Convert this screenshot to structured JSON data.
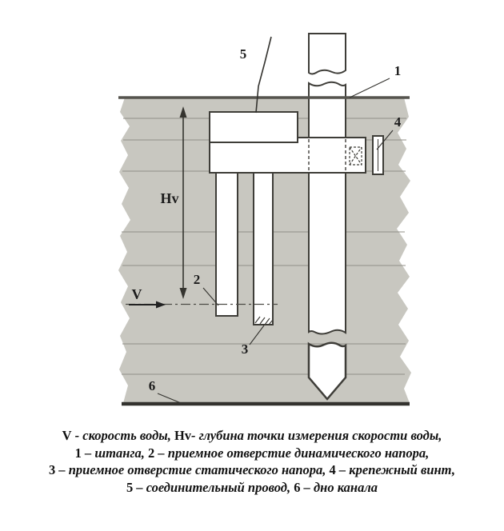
{
  "colors": {
    "water_gray": "#c8c7c0",
    "texture_line": "#908f87",
    "surface_line": "#55544e",
    "bottom_line": "#33322e",
    "outline": "#3e3d38"
  },
  "labels": {
    "n1": "1",
    "n2": "2",
    "n3": "3",
    "n4": "4",
    "n5": "5",
    "n6": "6",
    "hv": "Hv",
    "v": "V"
  },
  "caption": {
    "line1": {
      "s0": "V",
      "s1": " - скорость воды, ",
      "s2": "Hv",
      "s3": "- глубина точки измерения скорости воды,"
    },
    "line2": {
      "s0": "1",
      "s1": " – штанга, ",
      "s2": "2",
      "s3": " – приемное отверстие динамического напора,"
    },
    "line3": {
      "s0": "3",
      "s1": " – приемное отверстие статического напора, ",
      "s2": "4",
      "s3": " – крепежный винт,"
    },
    "line4": {
      "s0": "5",
      "s1": " – соединительный провод, ",
      "s2": "6",
      "s3": " – дно канала"
    }
  }
}
